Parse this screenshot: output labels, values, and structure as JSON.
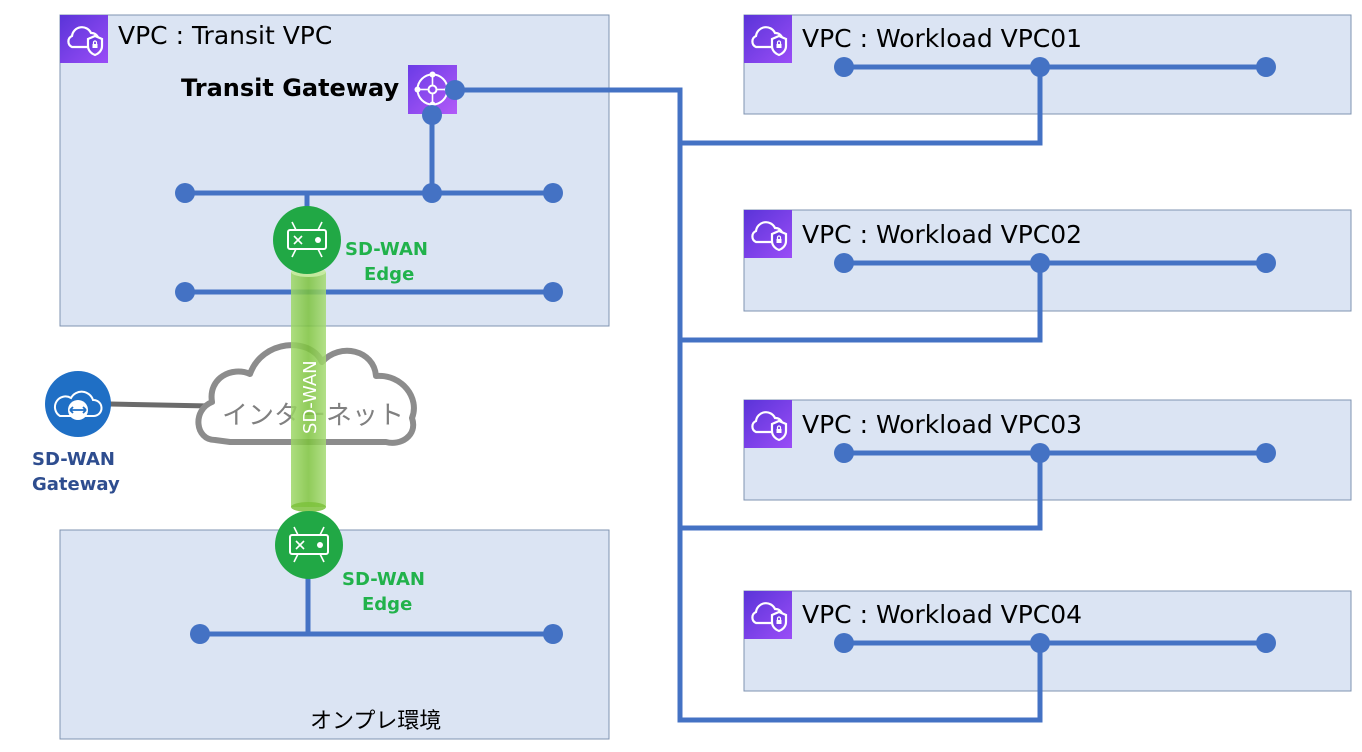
{
  "transit_vpc": {
    "title": "VPC : Transit VPC",
    "gateway_label": "Transit Gateway"
  },
  "workload_vpcs": [
    {
      "title": "VPC : Workload VPC01"
    },
    {
      "title": "VPC : Workload VPC02"
    },
    {
      "title": "VPC : Workload VPC03"
    },
    {
      "title": "VPC : Workload VPC04"
    }
  ],
  "sdwan_edge_top": {
    "line1": "SD-WAN",
    "line2": "Edge"
  },
  "sdwan_edge_bottom": {
    "line1": "SD-WAN",
    "line2": "Edge"
  },
  "sdwan_gateway": {
    "line1": "SD-WAN",
    "line2": "Gateway"
  },
  "internet": {
    "label": "インターネット"
  },
  "tunnel": {
    "label": "SD-WAN"
  },
  "onprem": {
    "label": "オンプレ環境"
  },
  "colors": {
    "wire": "#4472c4",
    "vpc_box": "#dbe4f3",
    "vpc_icon": "#7b3ff2",
    "edge_green": "#21b24b",
    "tunnel_green": "#8fcf4f",
    "gateway_blue": "#1f6fc5"
  },
  "icons": [
    "vpc-cloud-shield-icon",
    "transit-gateway-icon",
    "sdwan-edge-router-icon",
    "sdwan-gateway-icon",
    "internet-cloud-icon"
  ]
}
